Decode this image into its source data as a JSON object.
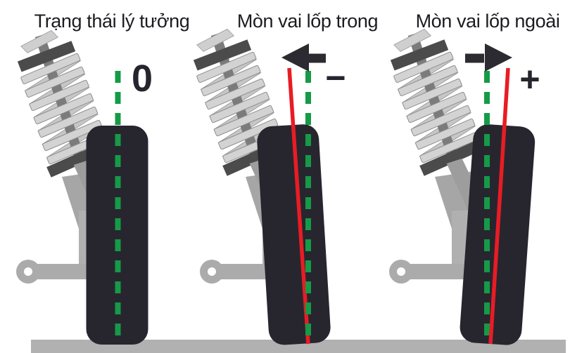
{
  "panels": [
    {
      "id": "ideal-state",
      "title": "Trạng thái lý tưởng",
      "camber_symbol": "0",
      "arrow": "none",
      "wheel_tilt": "vertical",
      "lines": [
        "green-dashed-reference"
      ]
    },
    {
      "id": "inner-shoulder-wear",
      "title": "Mòn vai lốp trong",
      "camber_symbol": "−",
      "arrow": "left",
      "wheel_tilt": "negative-camber-top-leans-in",
      "lines": [
        "green-dashed-reference",
        "red-camber-axis"
      ]
    },
    {
      "id": "outer-shoulder-wear",
      "title": "Mòn vai lốp ngoài",
      "camber_symbol": "+",
      "arrow": "right",
      "wheel_tilt": "positive-camber-top-leans-out",
      "lines": [
        "green-dashed-reference",
        "red-camber-axis"
      ]
    }
  ],
  "colors": {
    "reference_line_green": "#169a47",
    "camber_line_red": "#e81c24",
    "tire": "#27262f",
    "ground": "#b1b1b1",
    "title_text": "#1c1c20",
    "symbol_text": "#26252e",
    "arrow": "#2b2b31",
    "spring_coil_light": "#d3d3d3",
    "spring_mount_dark": "#4b4b4b",
    "strut_body_gray": "#9d9d9d",
    "control_arm_gray": "#ababab"
  }
}
